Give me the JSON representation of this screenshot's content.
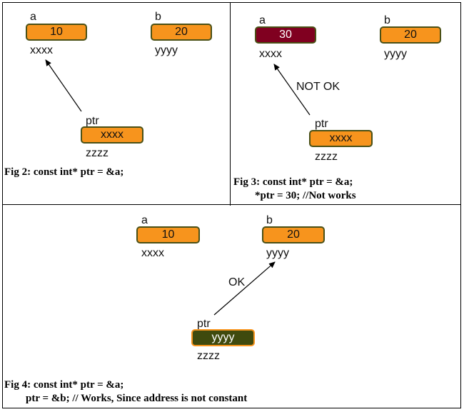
{
  "figures": [
    {
      "id": "fig2",
      "var_a": {
        "name": "a",
        "value": "10",
        "address": "xxxx",
        "highlight": "normal"
      },
      "var_b": {
        "name": "b",
        "value": "20",
        "address": "yyyy",
        "highlight": "normal"
      },
      "ptr": {
        "name": "ptr",
        "value": "xxxx",
        "address": "zzzz"
      },
      "arrow_target": "a",
      "arrow_label": "",
      "caption": "Fig 2: const int* ptr = &a;"
    },
    {
      "id": "fig3",
      "var_a": {
        "name": "a",
        "value": "30",
        "address": "xxxx",
        "highlight": "error"
      },
      "var_b": {
        "name": "b",
        "value": "20",
        "address": "yyyy",
        "highlight": "normal"
      },
      "ptr": {
        "name": "ptr",
        "value": "xxxx",
        "address": "zzzz"
      },
      "arrow_target": "a",
      "arrow_label": "NOT OK",
      "caption": "Fig 3: const int* ptr = &a;\n        *ptr = 30; //Not works"
    },
    {
      "id": "fig4",
      "var_a": {
        "name": "a",
        "value": "10",
        "address": "xxxx",
        "highlight": "normal"
      },
      "var_b": {
        "name": "b",
        "value": "20",
        "address": "yyyy",
        "highlight": "normal"
      },
      "ptr": {
        "name": "ptr",
        "value": "yyyy",
        "address": "zzzz",
        "highlight": "changed"
      },
      "arrow_target": "b",
      "arrow_label": "OK",
      "caption": "Fig 4: const int* ptr = &a;\n        ptr = &b; // Works, Since address is not constant"
    }
  ],
  "colors": {
    "box_fill": "#f7941d",
    "box_border": "#4a5016",
    "error_fill": "#800020",
    "changed_fill": "#3f4a0e",
    "border": "#000000"
  }
}
